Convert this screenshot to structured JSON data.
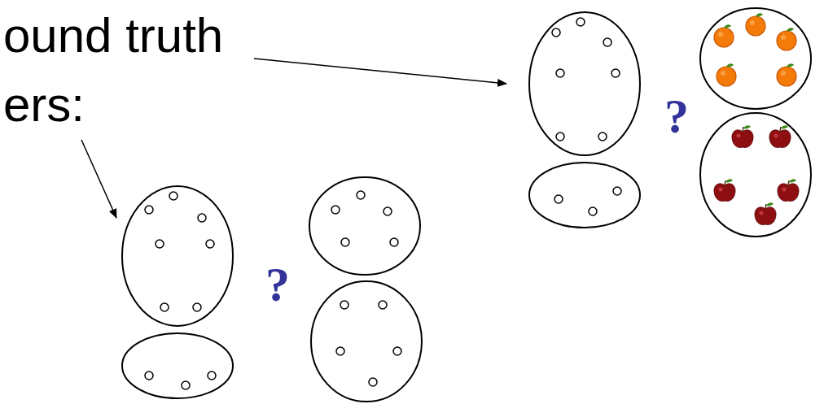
{
  "diagram": {
    "labels": [
      "ound truth",
      "ers:",
      "?",
      "?"
    ]
  }
}
